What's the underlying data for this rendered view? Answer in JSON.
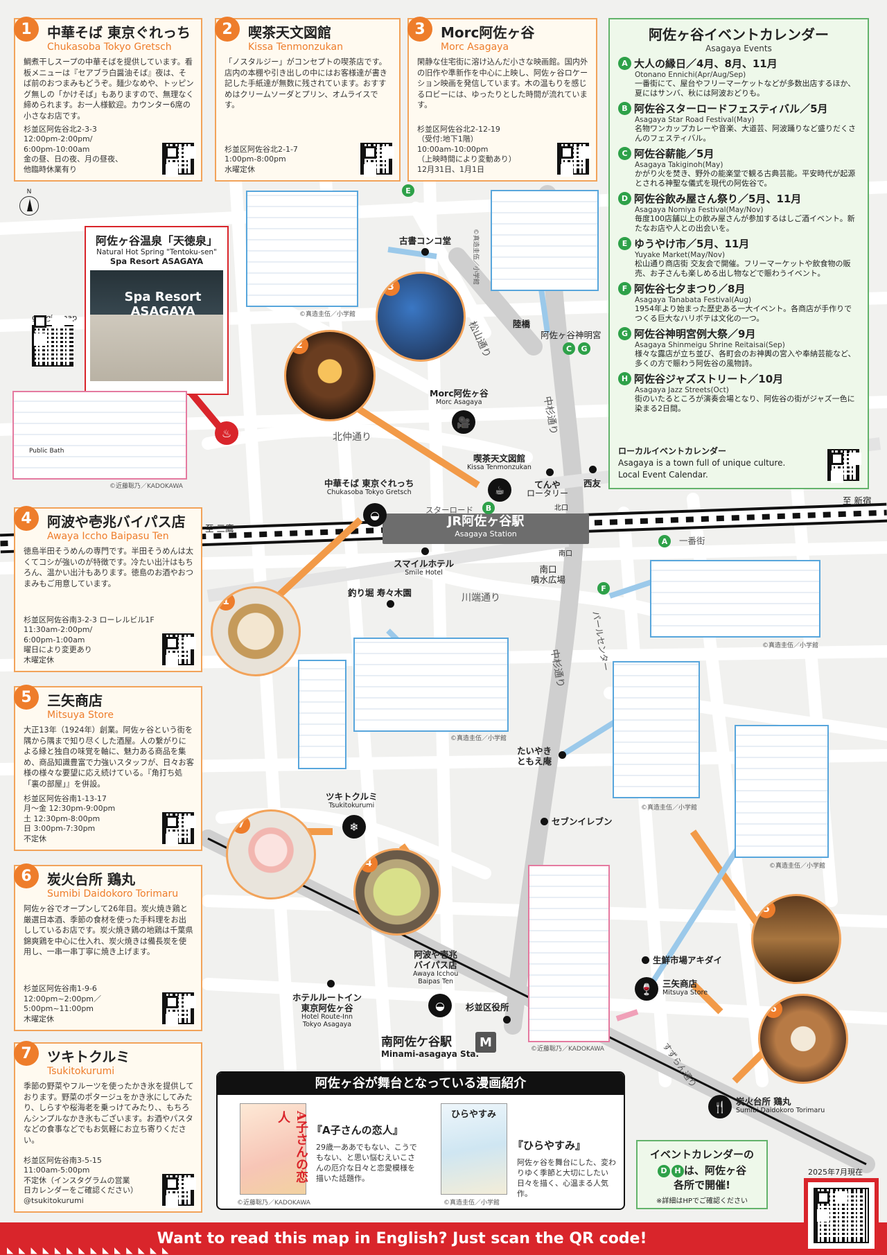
{
  "shops": [
    {
      "num": "1",
      "name": "中華そば 東京ぐれっち",
      "en": "Chukasoba Tokyo Gretsch",
      "desc": "鯛煮干しスープの中華そばを提供しています。看板メニューは『セアブラ白醤油そば』夜は、そば前のおつまみもどうぞ。麺少なめや、トッピング無しの「かけそば」もありますので、無理なく締められます。お一人様歓迎。カウンター6席の小さなお店です。",
      "info": [
        "杉並区阿佐谷北2-3-3",
        "12:00pm-2:00pm/",
        "6:00pm-10:00am",
        "金の昼、日の夜、月の昼夜、",
        "他臨時休業有り"
      ]
    },
    {
      "num": "2",
      "name": "喫茶天文図館",
      "en": "Kissa Tenmonzukan",
      "desc": "「ノスタルジー」がコンセプトの喫茶店です。店内の本棚や引き出しの中にはお客様達が書き記した手紙達が無数に残されています。おすすめはクリームソーダとプリン、オムライスです。",
      "info": [
        "杉並区阿佐谷北2-1-7",
        "1:00pm-8:00pm",
        "水曜定休"
      ]
    },
    {
      "num": "3",
      "name": "Morc阿佐ヶ谷",
      "en": "Morc Asagaya",
      "desc": "閑静な住宅街に溶け込んだ小さな映画館。国内外の旧作や準新作を中心に上映し、阿佐ヶ谷ロケーション映画を発信しています。木の温もりを感じるロビーには、ゆったりとした時間が流れています。",
      "info": [
        "杉並区阿佐谷北2-12-19",
        "（受付:地下1階）",
        "10:00am-10:00pm",
        "（上映時間により変動あり）",
        "12月31日、1月1日"
      ]
    },
    {
      "num": "4",
      "name": "阿波や壱兆バイパス店",
      "en": "Awaya Iccho Baipasu Ten",
      "desc": "徳島半田そうめんの専門です。半田そうめんは太くてコシが強いのが特徴です。冷たい出汁はもちろん、温かい出汁もあります。徳島のお酒やおつまみもご用意しています。",
      "info": [
        "杉並区阿佐谷南3-2-3 ローレルビル1F",
        "11:30am-2:00pm/",
        "6:00pm-1:00am",
        "曜日により変更あり",
        "木曜定休"
      ]
    },
    {
      "num": "5",
      "name": "三矢商店",
      "en": "Mitsuya Store",
      "desc": "大正13年（1924年）創業。阿佐ヶ谷という街を隅から隅まで知り尽くした酒屋。人の繋がりによる縁と独自の味覚を軸に、魅力ある商品を集め、商品知識豊富で力強いスタッフが、日々お客様の様々な要望に応え続けている。『角打ち処「裏の部屋」』を併設。",
      "info": [
        "杉並区阿佐谷南1-13-17",
        "月～金 12:30pm-9:00pm",
        "土 12:30pm-8:00pm",
        "日 3:00pm-7:30pm",
        "不定休"
      ]
    },
    {
      "num": "6",
      "name": "炭火台所 鶏丸",
      "en": "Sumibi Daidokoro Torimaru",
      "desc": "阿佐ヶ谷でオープンして26年目。炭火焼き鶏と厳選日本酒、季節の食材を使った手料理をお出ししているお店です。炭火焼き鶏の地鶏は千葉県錦爽鶏を中心に仕入れ、炭火焼きは備長炭を使用し、一串一串丁寧に焼き上げます。",
      "info": [
        "杉並区阿佐谷南1-9-6",
        "12:00pm~2:00pm／",
        "5:00pm~11:00pm",
        "木曜定休"
      ]
    },
    {
      "num": "7",
      "name": "ツキトクルミ",
      "en": "Tsukitokurumi",
      "desc": "季節の野菜やフルーツを使ったかき氷を提供しております。野菜のポタージュをかき氷にしてみたり、しらすや桜海老を乗っけてみたり、、もちろんシンプルなかき氷もございます。お酒やパスタなどの食事などでもお気軽にお立ち寄りください。",
      "info": [
        "杉並区阿佐谷南3-5-15",
        "11:00am-5:00pm",
        "不定休（インスタグラムの営業",
        "日カレンダーをご確認ください）",
        "@tsukitokurumi"
      ]
    }
  ],
  "events": {
    "title": "阿佐ヶ谷イベントカレンダー",
    "subtitle": "Asagaya Events",
    "items": [
      {
        "k": "A",
        "h": "大人の縁日／4月、8月、11月",
        "e": "Otonano Ennichi(Apr/Aug/Sep)",
        "d": "一番街にて、屋台やフリーマーケットなどが多数出店するほか、夏にはサンバ、秋には阿波おどりも。"
      },
      {
        "k": "B",
        "h": "阿佐谷スターロードフェスティバル／5月",
        "e": "Asagaya Star Road Festival(May)",
        "d": "名物ワンカップカレーや音楽、大道芸、阿波踊りなど盛りだくさんのフェスティバル。"
      },
      {
        "k": "C",
        "h": "阿佐谷薪能／5月",
        "e": "Asagaya Takiginoh(May)",
        "d": "かがり火を焚き、野外の能楽堂で観る古典芸能。平安時代が起源とされる神聖な儀式を現代の阿佐谷で。"
      },
      {
        "k": "D",
        "h": "阿佐谷飲み屋さん祭り／5月、11月",
        "e": "Asagaya Nomiya Festival(May/Nov)",
        "d": "毎度100店舗以上の飲み屋さんが参加するはしご酒イベント。新たなお店や人との出会いを。"
      },
      {
        "k": "E",
        "h": "ゆうやけ市／5月、11月",
        "e": "Yuyake Market(May/Nov)",
        "d": "松山通り商店街 交友会で開催。フリーマーケットや飲食物の販売、お子さんも楽しめる出し物などで賑わうイベント。"
      },
      {
        "k": "F",
        "h": "阿佐谷七夕まつり／8月",
        "e": "Asagaya Tanabata Festival(Aug)",
        "d": "1954年より始まった歴史ある一大イベント。各商店が手作りでつくる巨大なハリボテは文化の一つ。"
      },
      {
        "k": "G",
        "h": "阿佐谷神明宮例大祭／9月",
        "e": "Asagaya Shinmeigu Shrine Reitaisai(Sep)",
        "d": "様々な露店が立ち並び、各町会のお神輿の宮入や奉納芸能など、多くの方で賑わう阿佐谷の風物詩。"
      },
      {
        "k": "H",
        "h": "阿佐谷ジャズストリート／10月",
        "e": "Asagaya Jazz Streets(Oct)",
        "d": "街のいたるところが演奏会場となり、阿佐谷の街がジャズ一色に染まる2日間。"
      }
    ],
    "local_j": "ローカルイベントカレンダー",
    "local_e1": "Asagaya is a town full of unique culture.",
    "local_e2": "Local Event Calendar."
  },
  "onsen": {
    "title": "阿佐ヶ谷温泉「天徳泉」",
    "en1": "Natural Hot Spring \"Tentoku-sen\"",
    "en2": "Spa Resort ASAGAYA",
    "sign": "Spa Resort ASAGAYA"
  },
  "google_map": "google map",
  "north": "N",
  "station": {
    "name": "JR阿佐ヶ谷駅",
    "en": "Asagaya Station"
  },
  "south_station": {
    "name": "南阿佐ケ谷駅",
    "en": "Minami-asagaya Sta.",
    "mark": "M"
  },
  "streets": {
    "kitanaka": "北仲通り",
    "matsuyama": "松山通り",
    "nakasugi1": "中杉通り",
    "nakasugi2": "中杉通り",
    "kawabata": "川端通り",
    "pearl": "パールセンター",
    "suzuran": "すずらん通り",
    "starroad": "スターロード",
    "ichibangai": "一番街",
    "to_mitaka": "至 三鷹",
    "to_shinjuku": "至 新宿",
    "kitaguchi": "北口",
    "minamiguchi": "南口"
  },
  "places": {
    "koshokonko": "古書コンコ堂",
    "rikkyo": "陸橋",
    "shinmeigu": "阿佐ヶ谷神明宮",
    "morc": "Morc阿佐ヶ谷",
    "morc_en": "Morc Asagaya",
    "kissa": "喫茶天文図館",
    "kissa_en": "Kissa Tenmonzukan",
    "gretsch": "中華そば 東京ぐれっち",
    "gretsch_en": "Chukasoba Tokyo Gretsch",
    "tenya": "てんや",
    "rotary": "ロータリー",
    "saiyu": "西友",
    "smile": "スマイルホテル",
    "smile_en": "Smile Hotel",
    "tsuribori": "釣り堀 寿々木園",
    "minamiguchi_plaza": "南口\n噴水広場",
    "taiyaki": "たいやき\nともえ庵",
    "seven": "セブンイレブン",
    "tsuki": "ツキトクルミ",
    "tsuki_en": "Tsukitokurumi",
    "awaya": "阿波や壱兆\nバイパス店",
    "awaya_en": "Awaya Icchou\nBaipas Ten",
    "hotel": "ホテルルートイン\n東京阿佐ヶ谷",
    "hotel_en": "Hotel Route-Inn\nTokyo Asagaya",
    "kuyakusho": "杉並区役所",
    "akidai": "生鮮市場アキダイ",
    "mitsuya": "三矢商店",
    "mitsuya_en": "Mitsuya Store",
    "torimaru": "炭火台所 鶏丸",
    "torimaru_en": "Sumibi Daidokoro Torimaru"
  },
  "copyrights": {
    "c1": "©真造圭伍／小学館",
    "c2": "©近藤聡乃／KADOKAWA"
  },
  "manga": {
    "bar": "阿佐ヶ谷が舞台となっている漫画紹介",
    "b1_title": "『A子さんの恋人』",
    "b1_desc": "29歳一ああでもない、こうでもない、と思い悩むえいこさんの厄介な日々と恋愛模様を描いた話題作。",
    "b1_cover": "A子さんの恋人",
    "b2_title": "『ひらやすみ』",
    "b2_desc": "阿佐ヶ谷を舞台にした、変わりゆく季節と大切にしたい日々を描く、心温まる人気作。",
    "b2_cover": "ひらやすみ",
    "public_bath": "Public Bath"
  },
  "notice": {
    "l1": "イベントカレンダーの",
    "dh_d": "D",
    "dh_h": "H",
    "l2": "は、阿佐ヶ谷",
    "l3": "各所で開催!",
    "l4": "※詳細はHPでご確認ください"
  },
  "date": "2025年7月現在",
  "footer": "Want to read this map in English? Just scan the QR code!",
  "colors": {
    "accent": "#ee7d2b",
    "green": "#2ea149",
    "red": "#d9252b",
    "manga_blue": "#58a6dc"
  }
}
